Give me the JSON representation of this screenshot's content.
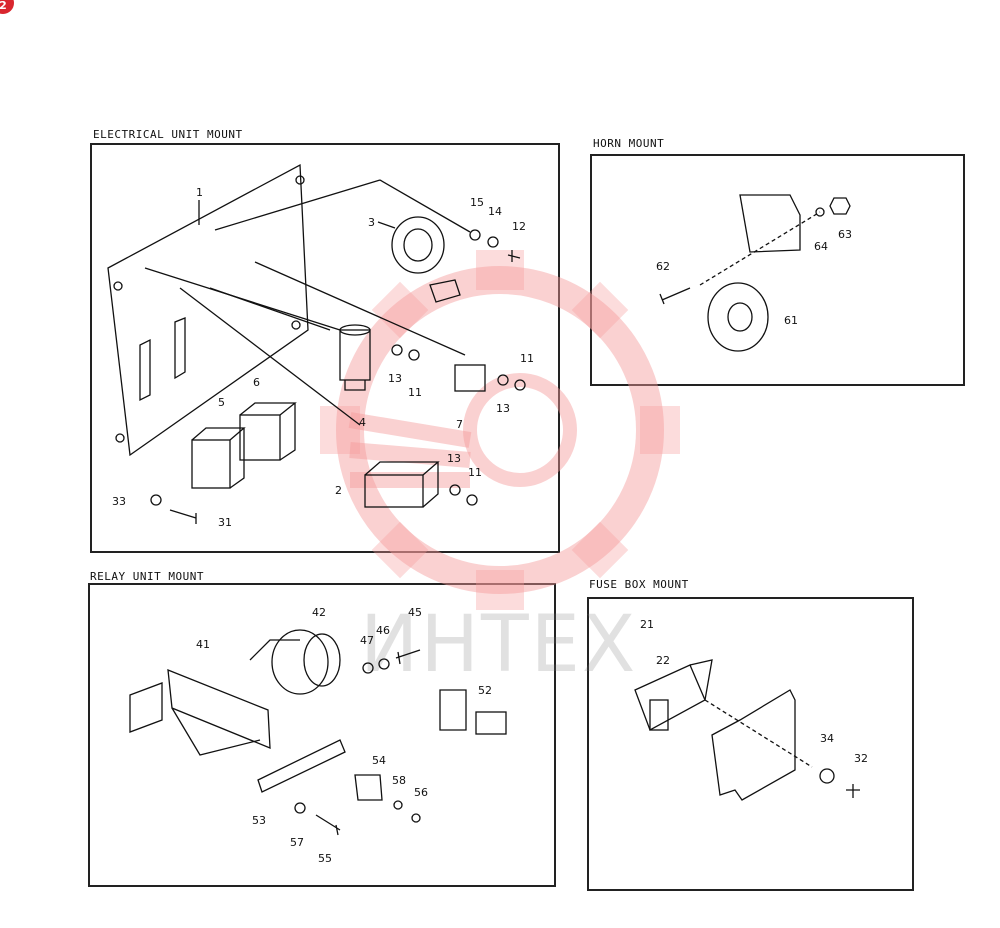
{
  "badge": "2",
  "panels": {
    "electrical": "ELECTRICAL UNIT MOUNT",
    "horn": "HORN MOUNT",
    "relay": "RELAY UNIT MOUNT",
    "fuse": "FUSE BOX MOUNT"
  },
  "watermark": {
    "text": "ИНТЕХ",
    "color": "#f08080"
  },
  "callouts": {
    "electrical": [
      "1",
      "15",
      "14",
      "12",
      "3",
      "11",
      "13",
      "11",
      "13",
      "7",
      "6",
      "5",
      "4",
      "2",
      "13",
      "11",
      "33",
      "31"
    ],
    "horn": [
      "62",
      "64",
      "63",
      "61"
    ],
    "relay": [
      "42",
      "41",
      "47",
      "46",
      "45",
      "52",
      "54",
      "58",
      "56",
      "53",
      "57",
      "55"
    ],
    "fuse": [
      "21",
      "22",
      "34",
      "32"
    ]
  }
}
